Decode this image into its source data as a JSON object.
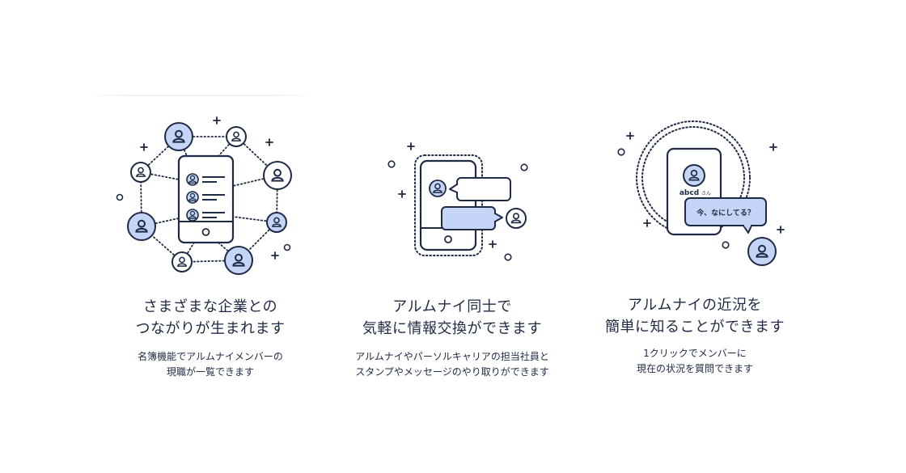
{
  "colors": {
    "stroke": "#1f2a44",
    "accent_fill": "#c5d5f7",
    "background": "#ffffff"
  },
  "features": [
    {
      "title_lines": [
        "さまざまな企業との",
        "つながりが生まれます"
      ],
      "desc_lines": [
        "名簿機能でアルムナイメンバーの",
        "現職が一覧できます"
      ],
      "icon": "network-phone-icon"
    },
    {
      "title_lines": [
        "アルムナイ同士で",
        "気軽に情報交換ができます"
      ],
      "desc_lines": [
        "アルムナイやパーソルキャリアの担当社員と",
        "スタンプやメッセージのやり取りができます"
      ],
      "icon": "chat-phone-icon"
    },
    {
      "title_lines": [
        "アルムナイの近況を",
        "簡単に知ることができます"
      ],
      "desc_lines": [
        "1クリックでメンバーに",
        "現在の状況を質問できます"
      ],
      "icon": "status-question-phone-icon",
      "profile_name": "abcd",
      "profile_suffix": "さん",
      "question_bubble": "今、なにしてる？"
    }
  ]
}
